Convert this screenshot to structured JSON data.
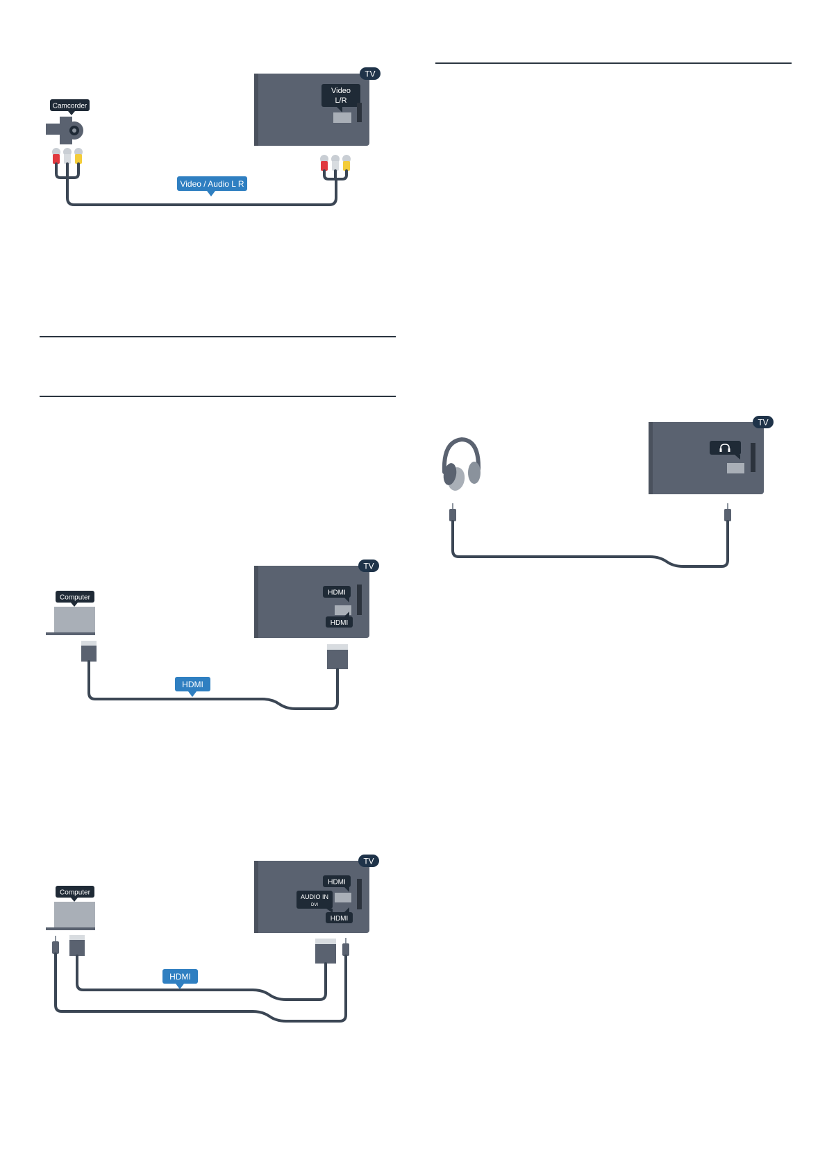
{
  "colors": {
    "tv_body": "#5a6270",
    "tv_tag": "#1f3349",
    "label_dark": "#1f2a36",
    "cable": "#3b4654",
    "cable_label": "#2f7fc1",
    "device": "#a9afb7",
    "rca_red": "#e0393f",
    "rca_white": "#d8dce0",
    "rca_yellow": "#f3cc3a",
    "rule": "#2b3540"
  },
  "diagram1": {
    "device_label": "Camcorder",
    "device_icon": "camcorder-icon",
    "tv_tag": "TV",
    "tv_port_line1": "Video",
    "tv_port_line2": "L/R",
    "cable_label": "Video / Audio L R"
  },
  "diagram2": {
    "device_label": "Computer",
    "device_icon": "laptop-icon",
    "tv_tag": "TV",
    "tv_port_top": "HDMI",
    "tv_port_bottom": "HDMI",
    "cable_label": "HDMI"
  },
  "diagram3": {
    "device_label": "Computer",
    "device_icon": "laptop-icon",
    "tv_tag": "TV",
    "tv_port_top": "HDMI",
    "tv_port_audio": "AUDIO IN",
    "tv_port_audio_sub": "DVI",
    "tv_port_bottom": "HDMI",
    "cable_label": "HDMI"
  },
  "diagram4": {
    "device_icon": "headphones-icon",
    "tv_tag": "TV",
    "tv_port_icon": "headphone-jack-icon"
  }
}
